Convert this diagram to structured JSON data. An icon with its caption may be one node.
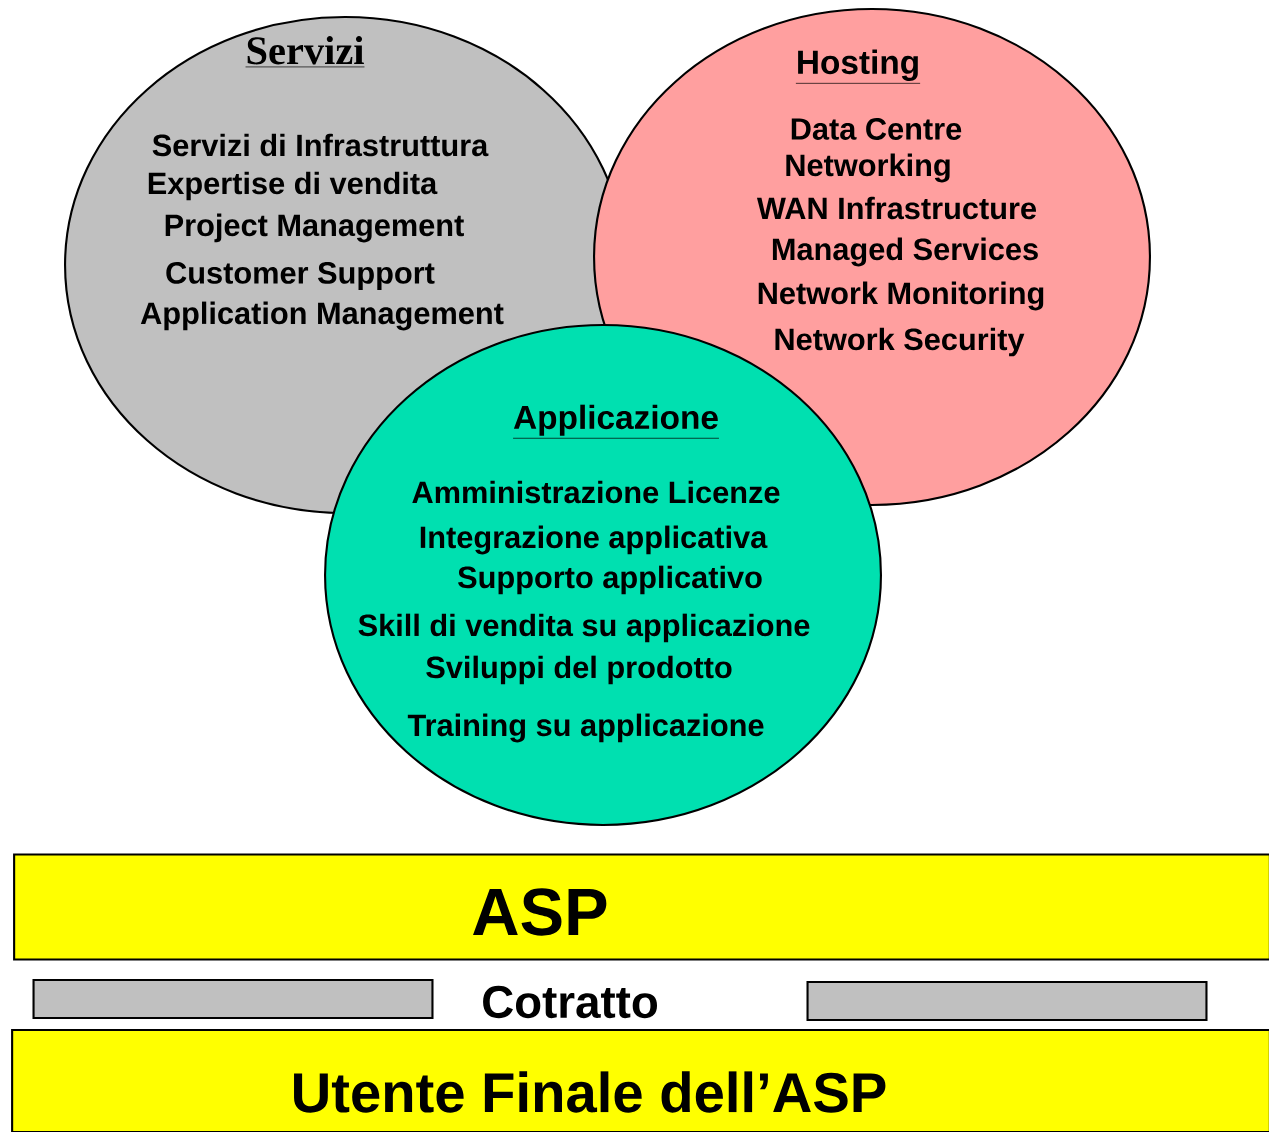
{
  "diagram": {
    "nodes": [
      {
        "text": [
          "Servizi",
          "Servizi di Infrastruttura",
          "Expertise di vendita",
          "Project Management",
          "Customer Support",
          "Application Management"
        ]
      },
      {
        "text": [
          "Hosting",
          "Data Centre",
          "Networking",
          "WAN Infrastructure",
          "Managed Services",
          "Network Monitoring",
          "Network Security"
        ]
      },
      {
        "text": [
          "Applicazione",
          "Amministrazione Licenze",
          "Integrazione applicativa",
          "Supporto applicativo",
          "Skill di vendita su applicazione",
          "Sviluppi del prodotto",
          "Training su applicazione"
        ]
      },
      {
        "text": [
          "ASP"
        ]
      },
      {
        "text": [],
        "shape": "bar"
      },
      {
        "text": [],
        "shape": "bar"
      },
      {
        "text": [
          "Utente Finale dell’ASP"
        ]
      }
    ],
    "labels": [
      "Cotratto"
    ]
  }
}
